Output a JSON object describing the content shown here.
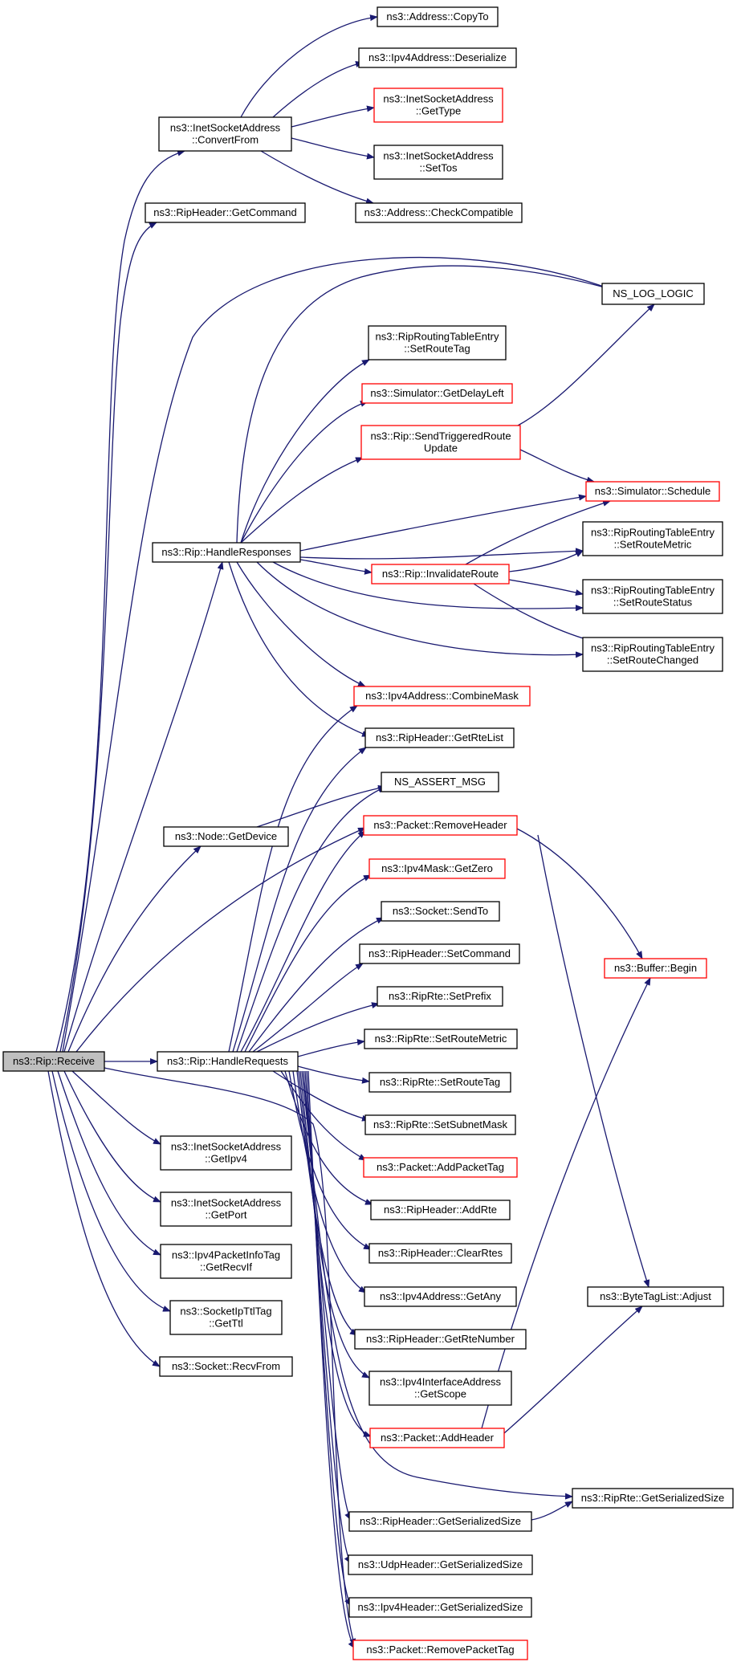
{
  "graph": {
    "edge_color": "#191970",
    "nodes": [
      {
        "id": "rip-receive",
        "lines": [
          "ns3::Rip::Receive"
        ],
        "root": true
      },
      {
        "id": "convertfrom",
        "lines": [
          "ns3::InetSocketAddress",
          "::ConvertFrom"
        ]
      },
      {
        "id": "copyto",
        "lines": [
          "ns3::Address::CopyTo"
        ]
      },
      {
        "id": "deserialize",
        "lines": [
          "ns3::Ipv4Address::Deserialize"
        ]
      },
      {
        "id": "gettype",
        "lines": [
          "ns3::InetSocketAddress",
          "::GetType"
        ],
        "red": true
      },
      {
        "id": "settos",
        "lines": [
          "ns3::InetSocketAddress",
          "::SetTos"
        ]
      },
      {
        "id": "checkcompatible",
        "lines": [
          "ns3::Address::CheckCompatible"
        ]
      },
      {
        "id": "getcommand",
        "lines": [
          "ns3::RipHeader::GetCommand"
        ]
      },
      {
        "id": "nslog",
        "lines": [
          "NS_LOG_LOGIC"
        ]
      },
      {
        "id": "setroutetag-entry",
        "lines": [
          "ns3::RipRoutingTableEntry",
          "::SetRouteTag"
        ]
      },
      {
        "id": "getdelayleft",
        "lines": [
          "ns3::Simulator::GetDelayLeft"
        ],
        "red": true
      },
      {
        "id": "sendtriggered",
        "lines": [
          "ns3::Rip::SendTriggeredRoute",
          "Update"
        ],
        "red": true
      },
      {
        "id": "schedule",
        "lines": [
          "ns3::Simulator::Schedule"
        ],
        "red": true
      },
      {
        "id": "handleresponses",
        "lines": [
          "ns3::Rip::HandleResponses"
        ]
      },
      {
        "id": "setroutemetric-entry",
        "lines": [
          "ns3::RipRoutingTableEntry",
          "::SetRouteMetric"
        ]
      },
      {
        "id": "invalidateroute",
        "lines": [
          "ns3::Rip::InvalidateRoute"
        ],
        "red": true
      },
      {
        "id": "setroutestatus",
        "lines": [
          "ns3::RipRoutingTableEntry",
          "::SetRouteStatus"
        ]
      },
      {
        "id": "setroutechanged",
        "lines": [
          "ns3::RipRoutingTableEntry",
          "::SetRouteChanged"
        ]
      },
      {
        "id": "combinemask",
        "lines": [
          "ns3::Ipv4Address::CombineMask"
        ],
        "red": true
      },
      {
        "id": "getrtelist",
        "lines": [
          "ns3::RipHeader::GetRteList"
        ]
      },
      {
        "id": "nsassert",
        "lines": [
          "NS_ASSERT_MSG"
        ]
      },
      {
        "id": "getdevice",
        "lines": [
          "ns3::Node::GetDevice"
        ]
      },
      {
        "id": "removeheader",
        "lines": [
          "ns3::Packet::RemoveHeader"
        ],
        "red": true
      },
      {
        "id": "getzero",
        "lines": [
          "ns3::Ipv4Mask::GetZero"
        ],
        "red": true
      },
      {
        "id": "sendto",
        "lines": [
          "ns3::Socket::SendTo"
        ]
      },
      {
        "id": "setcommand",
        "lines": [
          "ns3::RipHeader::SetCommand"
        ]
      },
      {
        "id": "bufferbegin",
        "lines": [
          "ns3::Buffer::Begin"
        ],
        "red": true
      },
      {
        "id": "setprefix",
        "lines": [
          "ns3::RipRte::SetPrefix"
        ]
      },
      {
        "id": "handlerequests",
        "lines": [
          "ns3::Rip::HandleRequests"
        ]
      },
      {
        "id": "setroutemetric-rte",
        "lines": [
          "ns3::RipRte::SetRouteMetric"
        ]
      },
      {
        "id": "setroutetag-rte",
        "lines": [
          "ns3::RipRte::SetRouteTag"
        ]
      },
      {
        "id": "setsubnetmask",
        "lines": [
          "ns3::RipRte::SetSubnetMask"
        ]
      },
      {
        "id": "getipv4",
        "lines": [
          "ns3::InetSocketAddress",
          "::GetIpv4"
        ]
      },
      {
        "id": "addpackettag",
        "lines": [
          "ns3::Packet::AddPacketTag"
        ],
        "red": true
      },
      {
        "id": "getport",
        "lines": [
          "ns3::InetSocketAddress",
          "::GetPort"
        ]
      },
      {
        "id": "addrte",
        "lines": [
          "ns3::RipHeader::AddRte"
        ]
      },
      {
        "id": "getrecvif",
        "lines": [
          "ns3::Ipv4PacketInfoTag",
          "::GetRecvIf"
        ]
      },
      {
        "id": "clearrtes",
        "lines": [
          "ns3::RipHeader::ClearRtes"
        ]
      },
      {
        "id": "getttl",
        "lines": [
          "ns3::SocketIpTtlTag",
          "::GetTtl"
        ]
      },
      {
        "id": "getany",
        "lines": [
          "ns3::Ipv4Address::GetAny"
        ]
      },
      {
        "id": "adjust",
        "lines": [
          "ns3::ByteTagList::Adjust"
        ]
      },
      {
        "id": "recvfrom",
        "lines": [
          "ns3::Socket::RecvFrom"
        ]
      },
      {
        "id": "getrtenumber",
        "lines": [
          "ns3::RipHeader::GetRteNumber"
        ]
      },
      {
        "id": "getscope",
        "lines": [
          "ns3::Ipv4InterfaceAddress",
          "::GetScope"
        ]
      },
      {
        "id": "addheader",
        "lines": [
          "ns3::Packet::AddHeader"
        ],
        "red": true
      },
      {
        "id": "rte-getserializedsize",
        "lines": [
          "ns3::RipRte::GetSerializedSize"
        ]
      },
      {
        "id": "ripheader-getserializedsize",
        "lines": [
          "ns3::RipHeader::GetSerializedSize"
        ]
      },
      {
        "id": "udpheader-getserializedsize",
        "lines": [
          "ns3::UdpHeader::GetSerializedSize"
        ]
      },
      {
        "id": "ipv4header-getserializedsize",
        "lines": [
          "ns3::Ipv4Header::GetSerializedSize"
        ]
      },
      {
        "id": "removepackettag",
        "lines": [
          "ns3::Packet::RemovePacketTag"
        ],
        "red": true
      }
    ]
  }
}
